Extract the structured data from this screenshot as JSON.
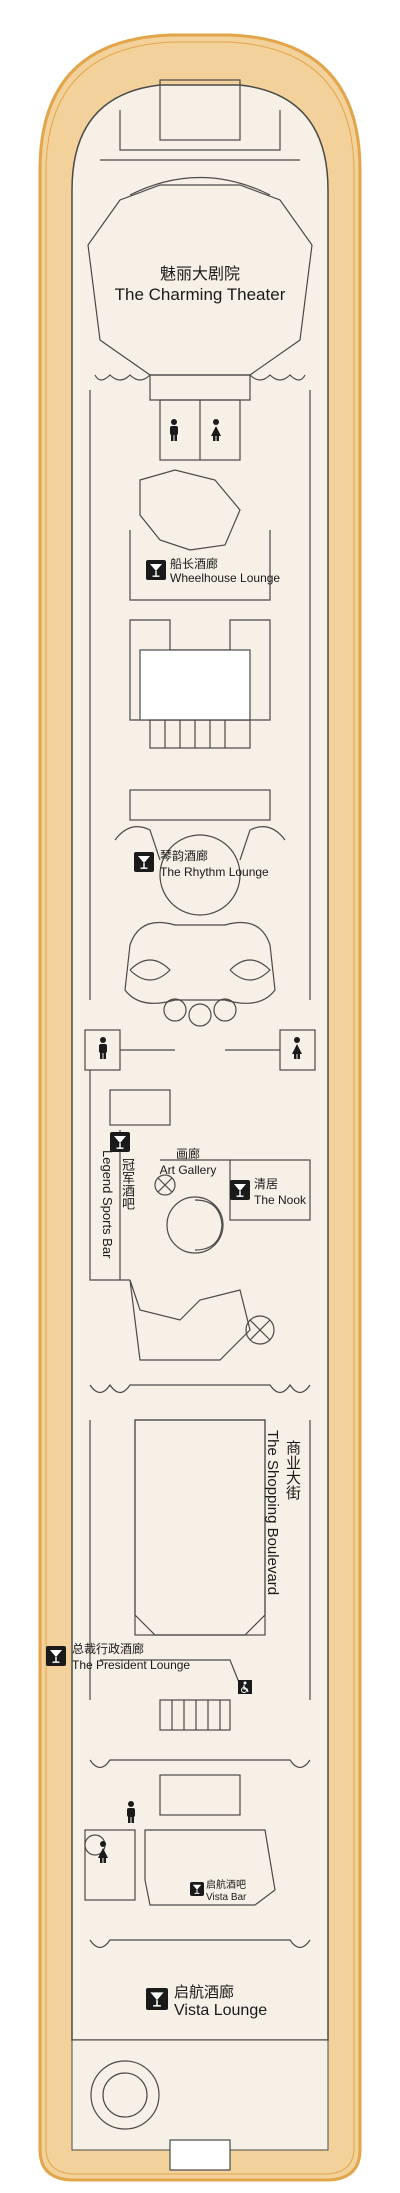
{
  "colors": {
    "deck_wood": "#f2d19a",
    "hull_outline": "#e3a54a",
    "interior": "#f7f0e6",
    "walls": "#4a4a4a",
    "icon": "#1a1a1a"
  },
  "venues": {
    "theater": {
      "zh": "魅丽大剧院",
      "en": "The Charming Theater"
    },
    "wheelhouse": {
      "zh": "船长酒廊",
      "en": "Wheelhouse Lounge"
    },
    "rhythm": {
      "zh": "琴韵酒廊",
      "en": "The Rhythm Lounge"
    },
    "legend": {
      "zh": "冠军酒吧",
      "en": "Legend Sports Bar"
    },
    "gallery": {
      "zh": "画廊",
      "en": "Art Gallery"
    },
    "nook": {
      "zh": "清居",
      "en": "The Nook"
    },
    "shopping": {
      "zh": "商业大街",
      "en": "The Shopping Boulevard"
    },
    "president": {
      "zh": "总裁行政酒廊",
      "en": "The President Lounge"
    },
    "vista_bar": {
      "zh": "启航酒吧",
      "en": "Vista Bar"
    },
    "vista_lounge": {
      "zh": "启航酒廊",
      "en": "Vista Lounge"
    }
  },
  "icons": {
    "bar": "cocktail-glass-icon",
    "restroom_male": "man-icon",
    "restroom_female": "woman-icon",
    "accessible": "wheelchair-icon",
    "elevator": "elevator-icon"
  }
}
